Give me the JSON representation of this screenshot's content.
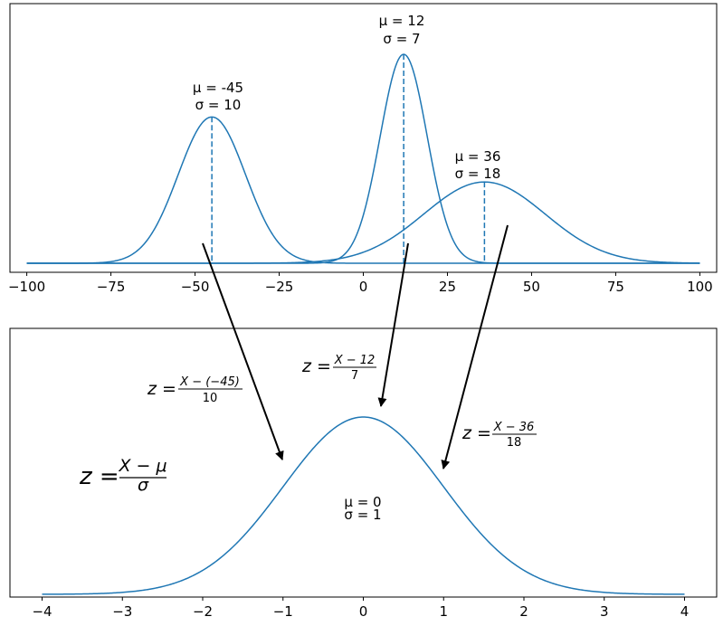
{
  "chart_data": [
    {
      "type": "line",
      "xlim": [
        -105,
        105
      ],
      "grid": false,
      "xticks": [
        -100,
        -75,
        -50,
        -25,
        0,
        25,
        50,
        75,
        100
      ],
      "xtick_labels": [
        "−100",
        "−75",
        "−50",
        "−25",
        "0",
        "25",
        "50",
        "75",
        "100"
      ],
      "x_range": [
        -100,
        100
      ],
      "color": "#1f77b4",
      "series": [
        {
          "mu": -45,
          "sigma": 10,
          "label_mu": "μ = -45",
          "label_sigma": "σ = 10"
        },
        {
          "mu": 12,
          "sigma": 7,
          "label_mu": "μ = 12",
          "label_sigma": "σ = 7"
        },
        {
          "mu": 36,
          "sigma": 18,
          "label_mu": "μ = 36",
          "label_sigma": "σ = 18"
        }
      ]
    },
    {
      "type": "line",
      "xlim": [
        -4.4,
        4.4
      ],
      "grid": false,
      "xticks": [
        -4,
        -3,
        -2,
        -1,
        0,
        1,
        2,
        3,
        4
      ],
      "xtick_labels": [
        "−4",
        "−3",
        "−2",
        "−1",
        "0",
        "1",
        "2",
        "3",
        "4"
      ],
      "x_range": [
        -4,
        4
      ],
      "color": "#1f77b4",
      "series": [
        {
          "mu": 0,
          "sigma": 1,
          "label_mu": "μ = 0",
          "label_sigma": "σ = 1"
        }
      ],
      "formulas": {
        "general": {
          "lhs": "z =",
          "num": "X − μ",
          "den": "σ"
        },
        "f1": {
          "lhs": "z =",
          "num": "X − (−45)",
          "den": "10"
        },
        "f2": {
          "lhs": "z =",
          "num": "X − 12",
          "den": "7"
        },
        "f3": {
          "lhs": "z =",
          "num": "X − 36",
          "den": "18"
        }
      }
    }
  ]
}
